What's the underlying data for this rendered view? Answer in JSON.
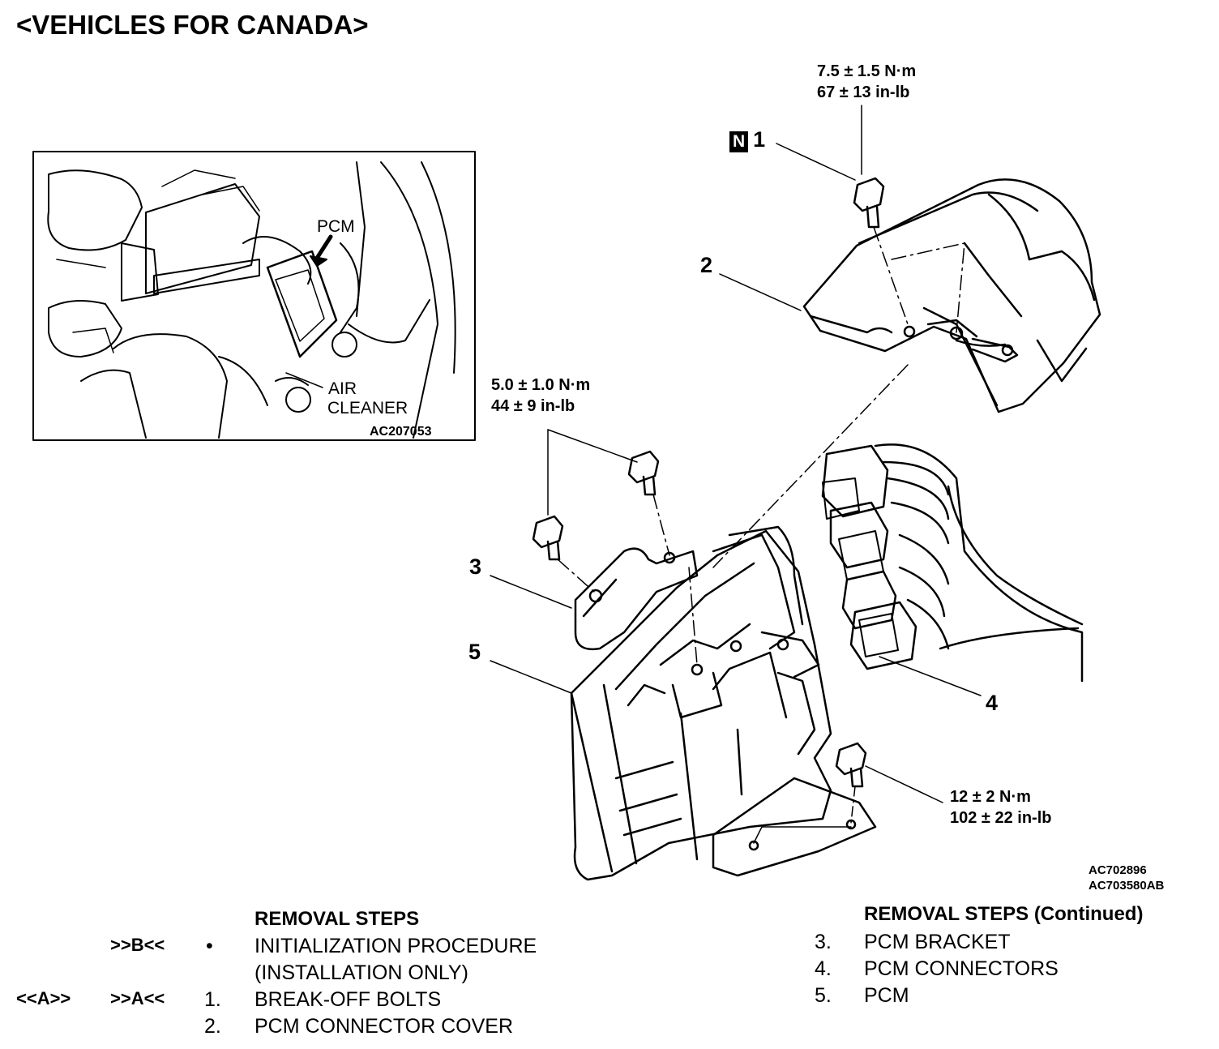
{
  "title": "<VEHICLES FOR CANADA>",
  "inset": {
    "pcm_label": "PCM",
    "air_cleaner_label_1": "AIR",
    "air_cleaner_label_2": "CLEANER",
    "figure_code": "AC207053"
  },
  "torques": [
    {
      "nm": "7.5 ± 1.5 N·m",
      "inlb": "67 ± 13 in-lb"
    },
    {
      "nm": "5.0 ± 1.0 N·m",
      "inlb": "44 ± 9 in-lb"
    },
    {
      "nm": "12 ± 2 N·m",
      "inlb": "102 ± 22 in-lb"
    }
  ],
  "callouts": {
    "n_badge": "N",
    "c1": "1",
    "c2": "2",
    "c3": "3",
    "c4": "4",
    "c5": "5"
  },
  "figure_codes": [
    "AC702896",
    "AC703580AB"
  ],
  "removal_steps": {
    "header": "REMOVAL STEPS",
    "rows": [
      {
        "left_marker": "",
        "marker": ">>B<<",
        "num": "•",
        "text": "INITIALIZATION PROCEDURE"
      },
      {
        "left_marker": "",
        "marker": "",
        "num": "",
        "text": "(INSTALLATION ONLY)"
      },
      {
        "left_marker": "<<A>>",
        "marker": ">>A<<",
        "num": "1.",
        "text": "BREAK-OFF BOLTS"
      },
      {
        "left_marker": "",
        "marker": "",
        "num": "2.",
        "text": "PCM CONNECTOR COVER"
      }
    ]
  },
  "removal_steps_continued": {
    "header": "REMOVAL STEPS (Continued)",
    "rows": [
      {
        "num": "3.",
        "text": "PCM BRACKET"
      },
      {
        "num": "4.",
        "text": "PCM CONNECTORS"
      },
      {
        "num": "5.",
        "text": "PCM"
      }
    ]
  }
}
